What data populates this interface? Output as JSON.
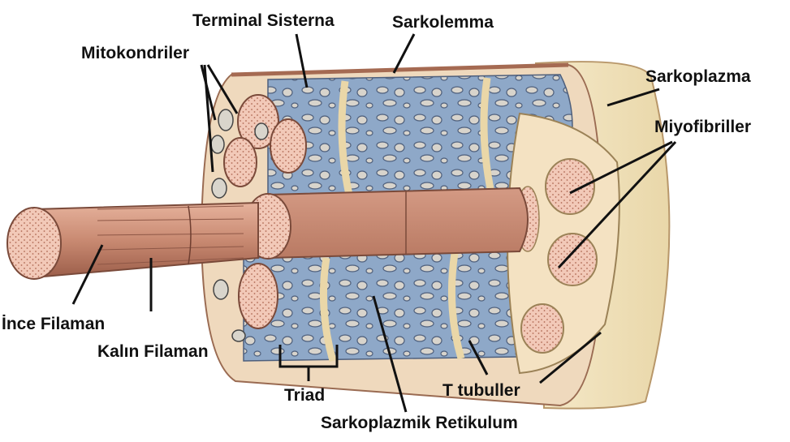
{
  "labels": {
    "terminal_sisterna": "Terminal Sisterna",
    "sarkolemma": "Sarkolemma",
    "mitokondriler": "Mitokondriler",
    "sarkoplazma": "Sarkoplazma",
    "miyofibriller": "Miyofibriller",
    "ince_filaman": "İnce Filaman",
    "kalin_filaman": "Kalın Filaman",
    "triad": "Triad",
    "t_tubuller": "T tubuller",
    "sarkoplazmik_retikulum": "Sarkoplazmik Retikulum"
  },
  "colors": {
    "myofibril_body": "#c98a72",
    "myofibril_end": "#f2c9b8",
    "reticulum_blue": "#8ea8c8",
    "reticulum_dark": "#5c6f8e",
    "tubule_cream": "#ead7a8",
    "sarcoplasm": "#f3e6c4",
    "sarcolemma_edge": "#b5805f",
    "mitochondria": "#d9d5cc"
  }
}
